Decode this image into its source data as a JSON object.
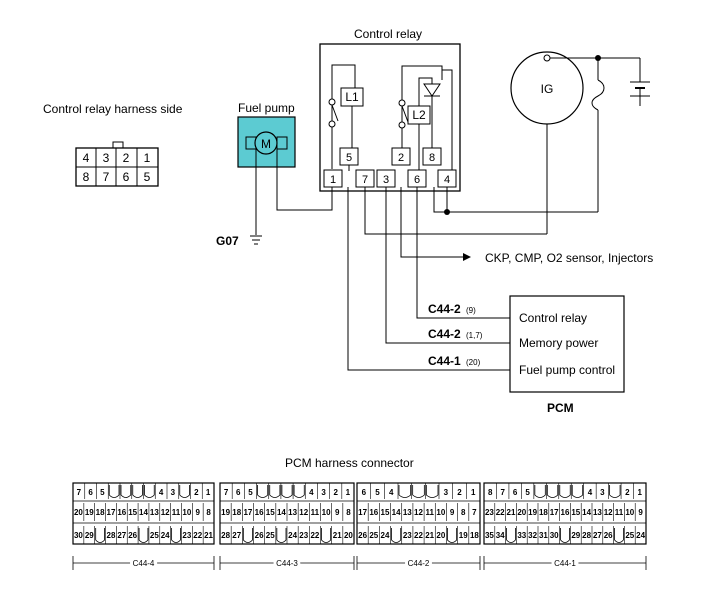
{
  "titles": {
    "control_relay": "Control relay",
    "harness_side": "Control relay harness side",
    "fuel_pump": "Fuel pump",
    "ground": "G07",
    "pcm": "PCM",
    "pcm_connector": "PCM harness connector"
  },
  "motor_label": "M",
  "ig_label": "IG",
  "relay_coils": [
    "L1",
    "L2"
  ],
  "relay_pins": {
    "inner": [
      "5",
      "2",
      "8"
    ],
    "outer": [
      "1",
      "7",
      "3",
      "6",
      "4"
    ]
  },
  "harness_pins": {
    "top": [
      "4",
      "3",
      "2",
      "1"
    ],
    "bottom": [
      "8",
      "7",
      "6",
      "5"
    ]
  },
  "sensors_label": "CKP, CMP, O2  sensor, Injectors",
  "pcm_lines": [
    {
      "connector": "C44-2",
      "pin": "(9)",
      "label": "Control relay"
    },
    {
      "connector": "C44-2",
      "pin": "(1,7)",
      "label": "Memory power"
    },
    {
      "connector": "C44-1",
      "pin": "(20)",
      "label": "Fuel pump control"
    }
  ],
  "connectors": [
    {
      "name": "C44-4",
      "row1": [
        "7",
        "6",
        "5",
        "",
        "",
        "",
        "",
        "4",
        "3",
        "",
        "2",
        "1"
      ],
      "row2": [
        "20",
        "19",
        "18",
        "17",
        "16",
        "15",
        "14",
        "13",
        "12",
        "11",
        "10",
        "9",
        "8"
      ],
      "row3": [
        "30",
        "29",
        "",
        "28",
        "27",
        "26",
        "",
        "25",
        "24",
        "",
        "23",
        "22",
        "21"
      ]
    },
    {
      "name": "C44-3",
      "row1": [
        "7",
        "6",
        "5",
        "",
        "",
        "",
        "",
        "4",
        "3",
        "2",
        "1"
      ],
      "row2": [
        "19",
        "18",
        "17",
        "16",
        "15",
        "14",
        "13",
        "12",
        "11",
        "10",
        "9",
        "8"
      ],
      "row3": [
        "28",
        "27",
        "",
        "26",
        "25",
        "",
        "24",
        "23",
        "22",
        "",
        "21",
        "20"
      ]
    },
    {
      "name": "C44-2",
      "row1": [
        "6",
        "5",
        "4",
        "",
        "",
        "",
        "3",
        "2",
        "1"
      ],
      "row2": [
        "17",
        "16",
        "15",
        "14",
        "13",
        "12",
        "11",
        "10",
        "9",
        "8",
        "7"
      ],
      "row3": [
        "26",
        "25",
        "24",
        "",
        "23",
        "22",
        "21",
        "20",
        "",
        "19",
        "18"
      ]
    },
    {
      "name": "C44-1",
      "row1": [
        "8",
        "7",
        "6",
        "5",
        "",
        "",
        "",
        "",
        "4",
        "3",
        "",
        "2",
        "1"
      ],
      "row2": [
        "23",
        "22",
        "21",
        "20",
        "19",
        "18",
        "17",
        "16",
        "15",
        "14",
        "13",
        "12",
        "11",
        "10",
        "9"
      ],
      "row3": [
        "35",
        "34",
        "",
        "33",
        "32",
        "31",
        "30",
        "",
        "29",
        "28",
        "27",
        "26",
        "",
        "25",
        "24"
      ]
    }
  ]
}
